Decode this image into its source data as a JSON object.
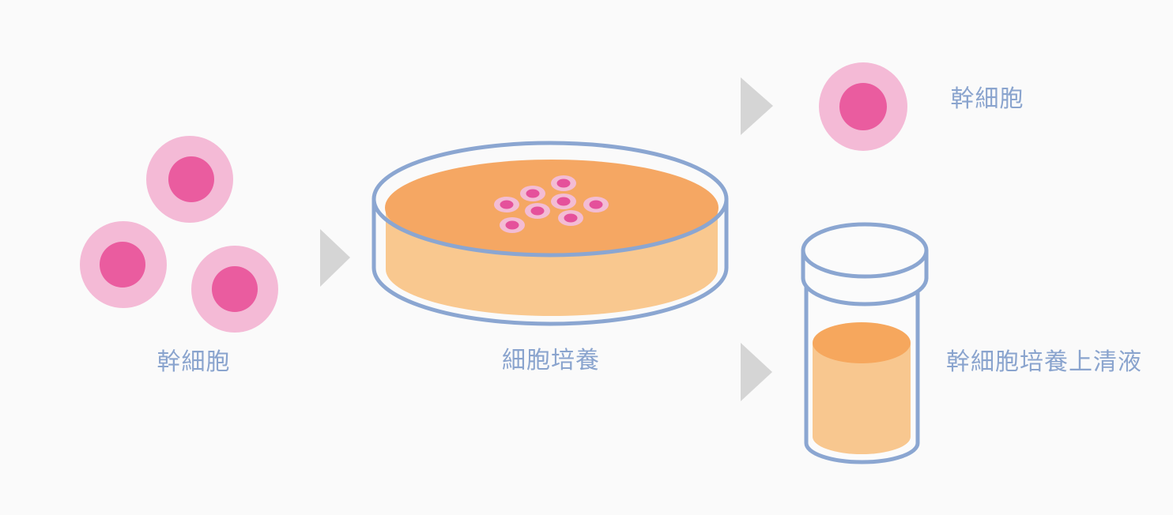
{
  "palette": {
    "background": "#FAFAFA",
    "outline_blue": "#8BA6D1",
    "label_blue": "#8AA4CE",
    "arrow_gray": "#D5D5D5",
    "cell_body_pink": "#F4BAD6",
    "cell_nucleus_pink": "#EA5C9F",
    "smallcell_body_pink": "#F3BCD4",
    "smallcell_nucleus_pink": "#E5519B",
    "medium_top": "#F5A763",
    "medium_side": "#F9C88F",
    "liquid_top": "#F6A75D",
    "liquid_side": "#F8C78F",
    "container_white": "#FBFBFB"
  },
  "flow": {
    "source": {
      "label": "幹細胞",
      "icon": "stem-cell-cluster"
    },
    "process": {
      "label": "細胞培養",
      "icon": "petri-dish"
    },
    "result_cell": {
      "label": "幹細胞",
      "icon": "stem-cell"
    },
    "result_supernatant": {
      "label": "幹細胞培養上清液",
      "icon": "supernatant-vial"
    }
  }
}
